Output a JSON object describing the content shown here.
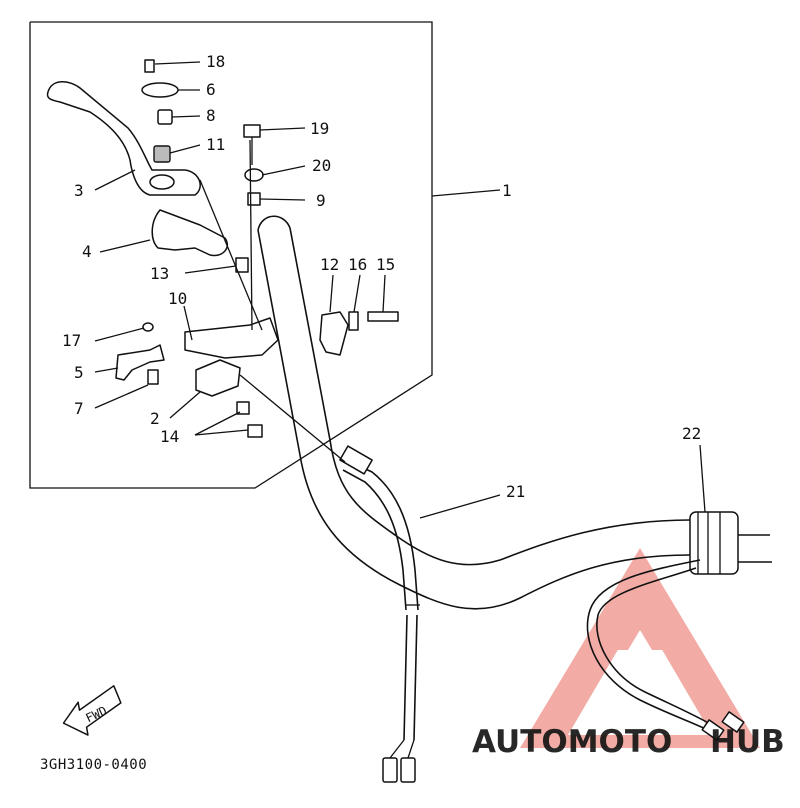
{
  "diagram": {
    "callouts": [
      {
        "id": "p1",
        "text": "1"
      },
      {
        "id": "p2",
        "text": "2"
      },
      {
        "id": "p3",
        "text": "3"
      },
      {
        "id": "p4",
        "text": "4"
      },
      {
        "id": "p5",
        "text": "5"
      },
      {
        "id": "p6",
        "text": "6"
      },
      {
        "id": "p7",
        "text": "7"
      },
      {
        "id": "p8",
        "text": "8"
      },
      {
        "id": "p9",
        "text": "9"
      },
      {
        "id": "p10",
        "text": "10"
      },
      {
        "id": "p11",
        "text": "11"
      },
      {
        "id": "p12",
        "text": "12"
      },
      {
        "id": "p13",
        "text": "13"
      },
      {
        "id": "p14",
        "text": "14"
      },
      {
        "id": "p15",
        "text": "15"
      },
      {
        "id": "p16",
        "text": "16"
      },
      {
        "id": "p17",
        "text": "17"
      },
      {
        "id": "p18",
        "text": "18"
      },
      {
        "id": "p19",
        "text": "19"
      },
      {
        "id": "p20",
        "text": "20"
      },
      {
        "id": "p21",
        "text": "21"
      },
      {
        "id": "p22",
        "text": "22"
      }
    ],
    "direction_label": "FWD",
    "drawing_code": "3GH3100-0400",
    "watermark": {
      "text_part1": "AUTOMOTO",
      "text_part2": "HUB",
      "color_main": "#f08a7a",
      "color_accent": "#f4c27a"
    }
  }
}
